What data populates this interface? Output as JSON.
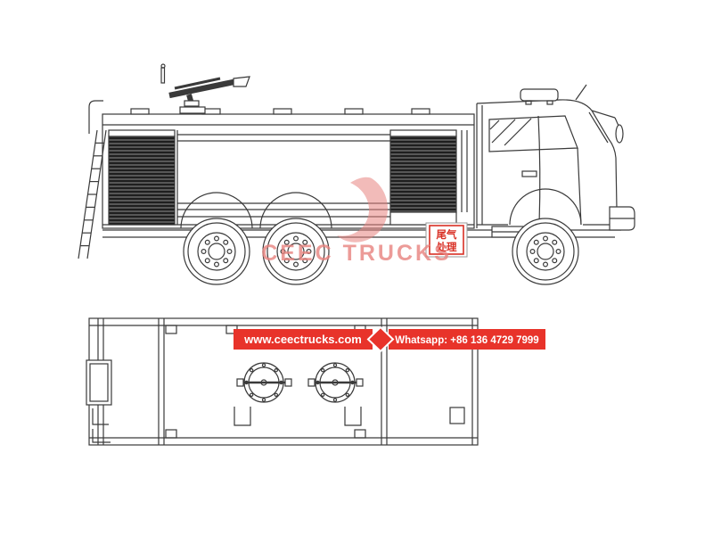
{
  "watermark": {
    "brand": "CEEC TRUCKS",
    "color": "#e8837f"
  },
  "banner": {
    "website": "www.ceectrucks.com",
    "whatsapp": "Whatsapp: +86 136 4729 7999",
    "background": "#e8332a",
    "text_color": "#ffffff"
  },
  "exhaust_label": {
    "line1": "尾气",
    "line2": "处理",
    "color": "#d93025"
  },
  "drawing": {
    "line_color": "#3a3a3a"
  }
}
